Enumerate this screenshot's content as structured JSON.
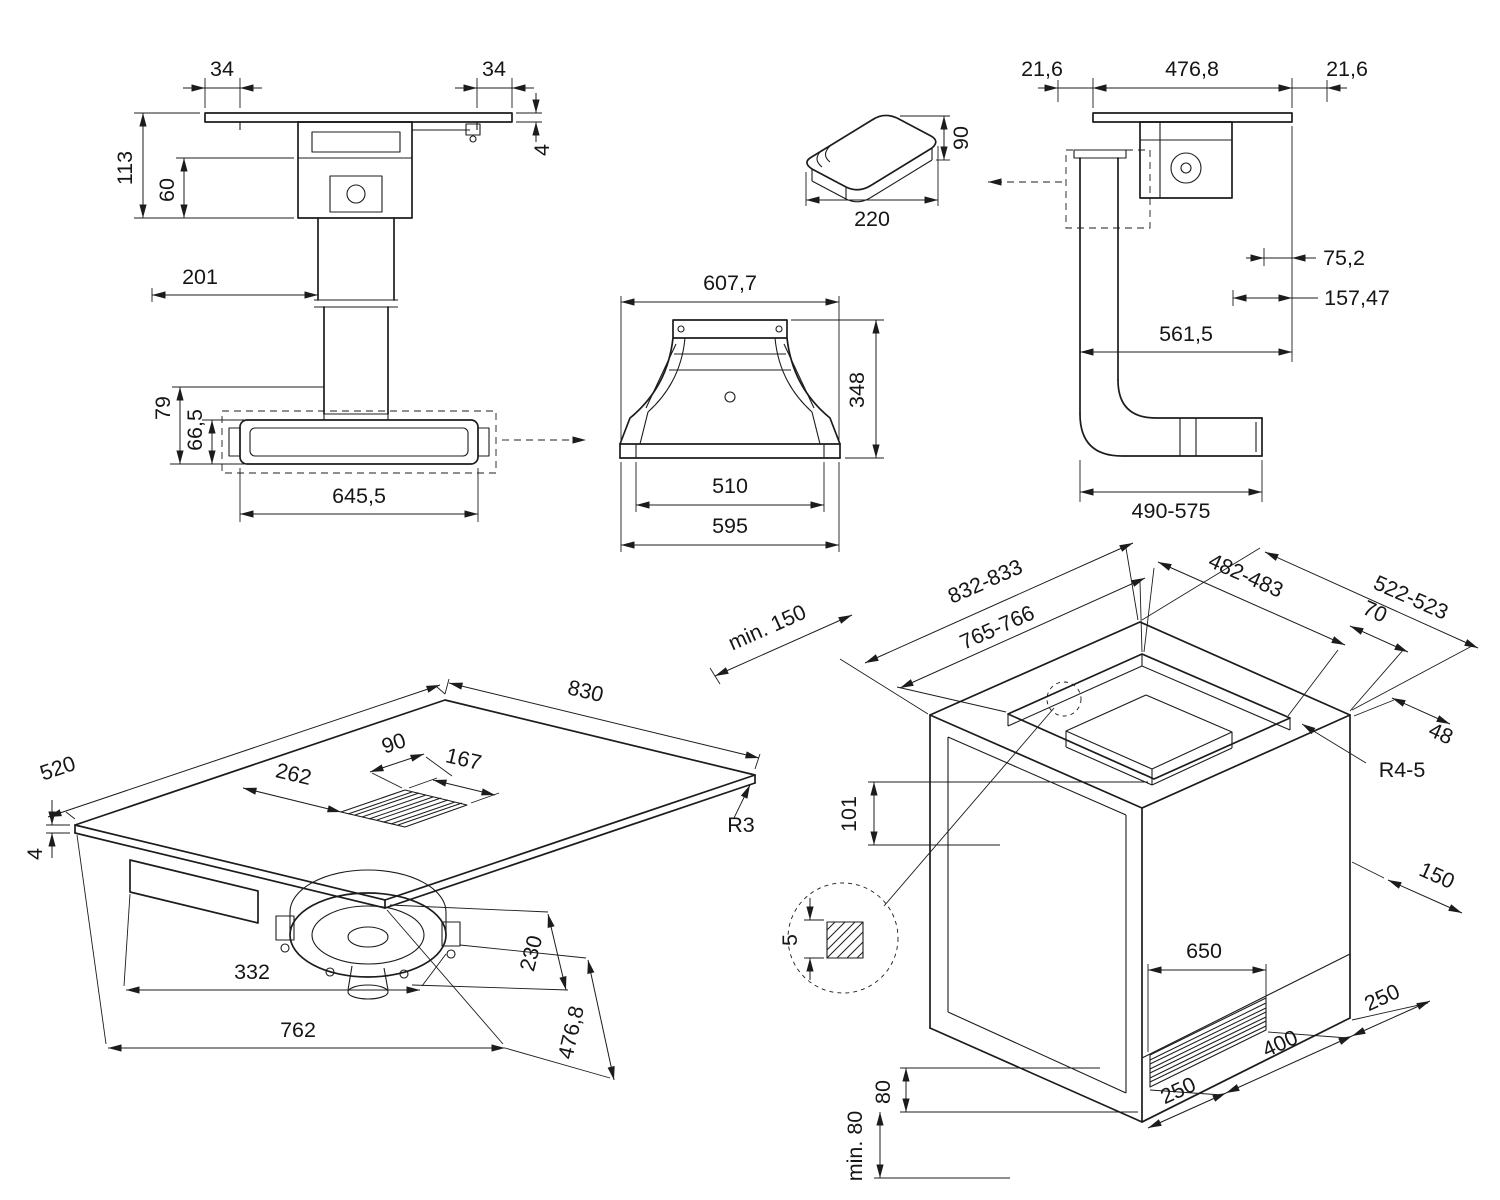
{
  "meta": {
    "background": "#ffffff",
    "ink": "#1c1c1c"
  },
  "drawing": {
    "pedestal": {
      "d34_left": "34",
      "d34_right": "34",
      "d4": "4",
      "d113": "113",
      "d60": "60",
      "d201": "201",
      "d79": "79",
      "d66_5": "66,5",
      "d645_5": "645,5"
    },
    "duct3d": {
      "d90": "90",
      "d220": "220"
    },
    "hood": {
      "d607_7": "607,7",
      "d348": "348",
      "d510": "510",
      "d595": "595"
    },
    "sideduct": {
      "d21_6_left": "21,6",
      "d476_8": "476,8",
      "d21_6_right": "21,6",
      "d75_2": "75,2",
      "d157_47": "157,47",
      "d561_5": "561,5",
      "d490_575": "490-575"
    },
    "hob_iso": {
      "d830": "830",
      "d520": "520",
      "d90": "90",
      "d167": "167",
      "d262": "262",
      "d4": "4",
      "dR3": "R3",
      "d332": "332",
      "d762": "762",
      "d230": "230",
      "d476_8": "476,8"
    },
    "cabinet_iso": {
      "dmin150": "min. 150",
      "d832_833": "832-833",
      "d765_766": "765-766",
      "d482_483": "482-483",
      "d70": "70",
      "d522_523": "522-523",
      "d48": "48",
      "dR4_5": "R4-5",
      "d101": "101",
      "d5": "5",
      "d650": "650",
      "d150": "150",
      "d250_a": "250",
      "d400": "400",
      "d250_b": "250",
      "d80": "80",
      "dmin80": "min. 80"
    }
  }
}
